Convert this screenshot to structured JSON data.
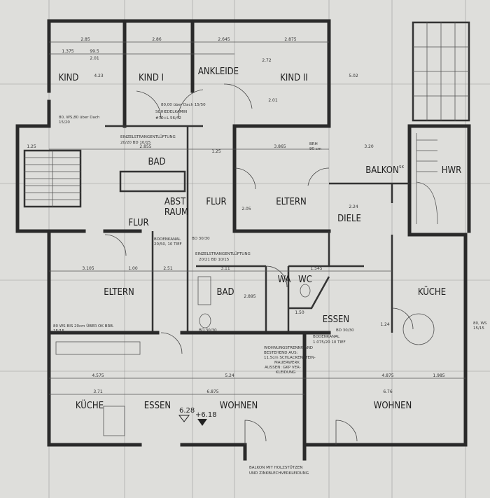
{
  "rooms": {
    "kind": "KIND",
    "kind_1": "KIND I",
    "ankleide": "ANKLEIDE",
    "kind_2": "KIND II",
    "bad_upper": "BAD",
    "abst_raum_1": "ABST",
    "abst_raum_2": "RAUM",
    "flur_left": "FLUR",
    "flur_center": "FLUR",
    "eltern_upper": "ELTERN",
    "balkon": "BALKON",
    "hwr": "HWR",
    "diele": "DIELE",
    "eltern_lower": "ELTERN",
    "bad_lower": "BAD",
    "wa": "WA",
    "wc": "WC",
    "kueche_right": "KÜCHE",
    "essen_right": "ESSEN",
    "kueche_left": "KÜCHE",
    "essen_left": "ESSEN",
    "wohnen_left": "WOHNEN",
    "wohnen_right": "WOHNEN"
  },
  "levels": {
    "level_1": "6.28",
    "level_2": "+6.18"
  },
  "notes": {
    "chimney_1": "80,00 über Dach 15/50",
    "chimney_2": "SCHIEDELKAMIN",
    "chimney_3": "#70+L 56/42",
    "ws_left": "80, WS,80 über Dach",
    "ws_left_2": "15/20",
    "einzel_upper": "EINZELSTRANGENTLÜFTUNG",
    "einzel_upper_2": "20/20  BD 10/15",
    "boden_left_1": "BODENKANAL",
    "boden_left_2": "20/50, 10 TIEF",
    "bd_1": "BD 30/30",
    "einzel_lower": "EINZELSTRANGENTLÜFTUNG",
    "einzel_lower_2": "20/21  BD 10/15",
    "bd_2": "BD 30/30",
    "bd_3": "BD 30/30",
    "ws_lower": "80 WS BIS 20cm ÜBER OK BRB.",
    "ws_lower_2": "15/15",
    "boden_right_1": "BODENKANAL",
    "boden_right_2": "1.075/20  10 TIEF",
    "wand_1": "WOHNUNGSTRENNWAND",
    "wand_2": "BESTEHEND AUS:",
    "wand_3": "11.5cm SCHLACKENSTEIN-",
    "wand_4": "MAUERWERK",
    "wand_5": "AUSSEN: GKP VER-",
    "wand_6": "KLEIDUNG",
    "balkon_1": "BALKON MIT HOLZSTÜTZEN",
    "balkon_2": "UND ZINKBLECHVERKLEIDUNG",
    "ws_right": "80, WS",
    "ws_right_2": "15/15",
    "brh": "BRH",
    "brh_2": "90 cm",
    "sk": "SK"
  },
  "dimensions": {
    "d1": "2.85",
    "d2": "2.86",
    "d3": "2.645",
    "d4": "2.875",
    "d5": "1.375",
    "d6": "99.5",
    "d7": "2.01",
    "d8": "4.23",
    "d9": "2.72",
    "d10": "2.01",
    "d11": "5.02",
    "d12": "1.25",
    "d13": "2.855",
    "d14": "3.865",
    "d15": "3.20",
    "d16": "2.05",
    "d17": "1.25",
    "d18": "2.895",
    "d19": "1.00",
    "d20": "3.11",
    "d21": "1.545",
    "d22": "4.575",
    "d23": "5.24",
    "d24": "4.875",
    "d25": "1.985",
    "d26": "3.71",
    "d27": "6.875",
    "d28": "6.76",
    "d29": "3.105",
    "d30": "2.51",
    "d31": "1.50",
    "d32": "1.24",
    "d33": "2.24"
  }
}
